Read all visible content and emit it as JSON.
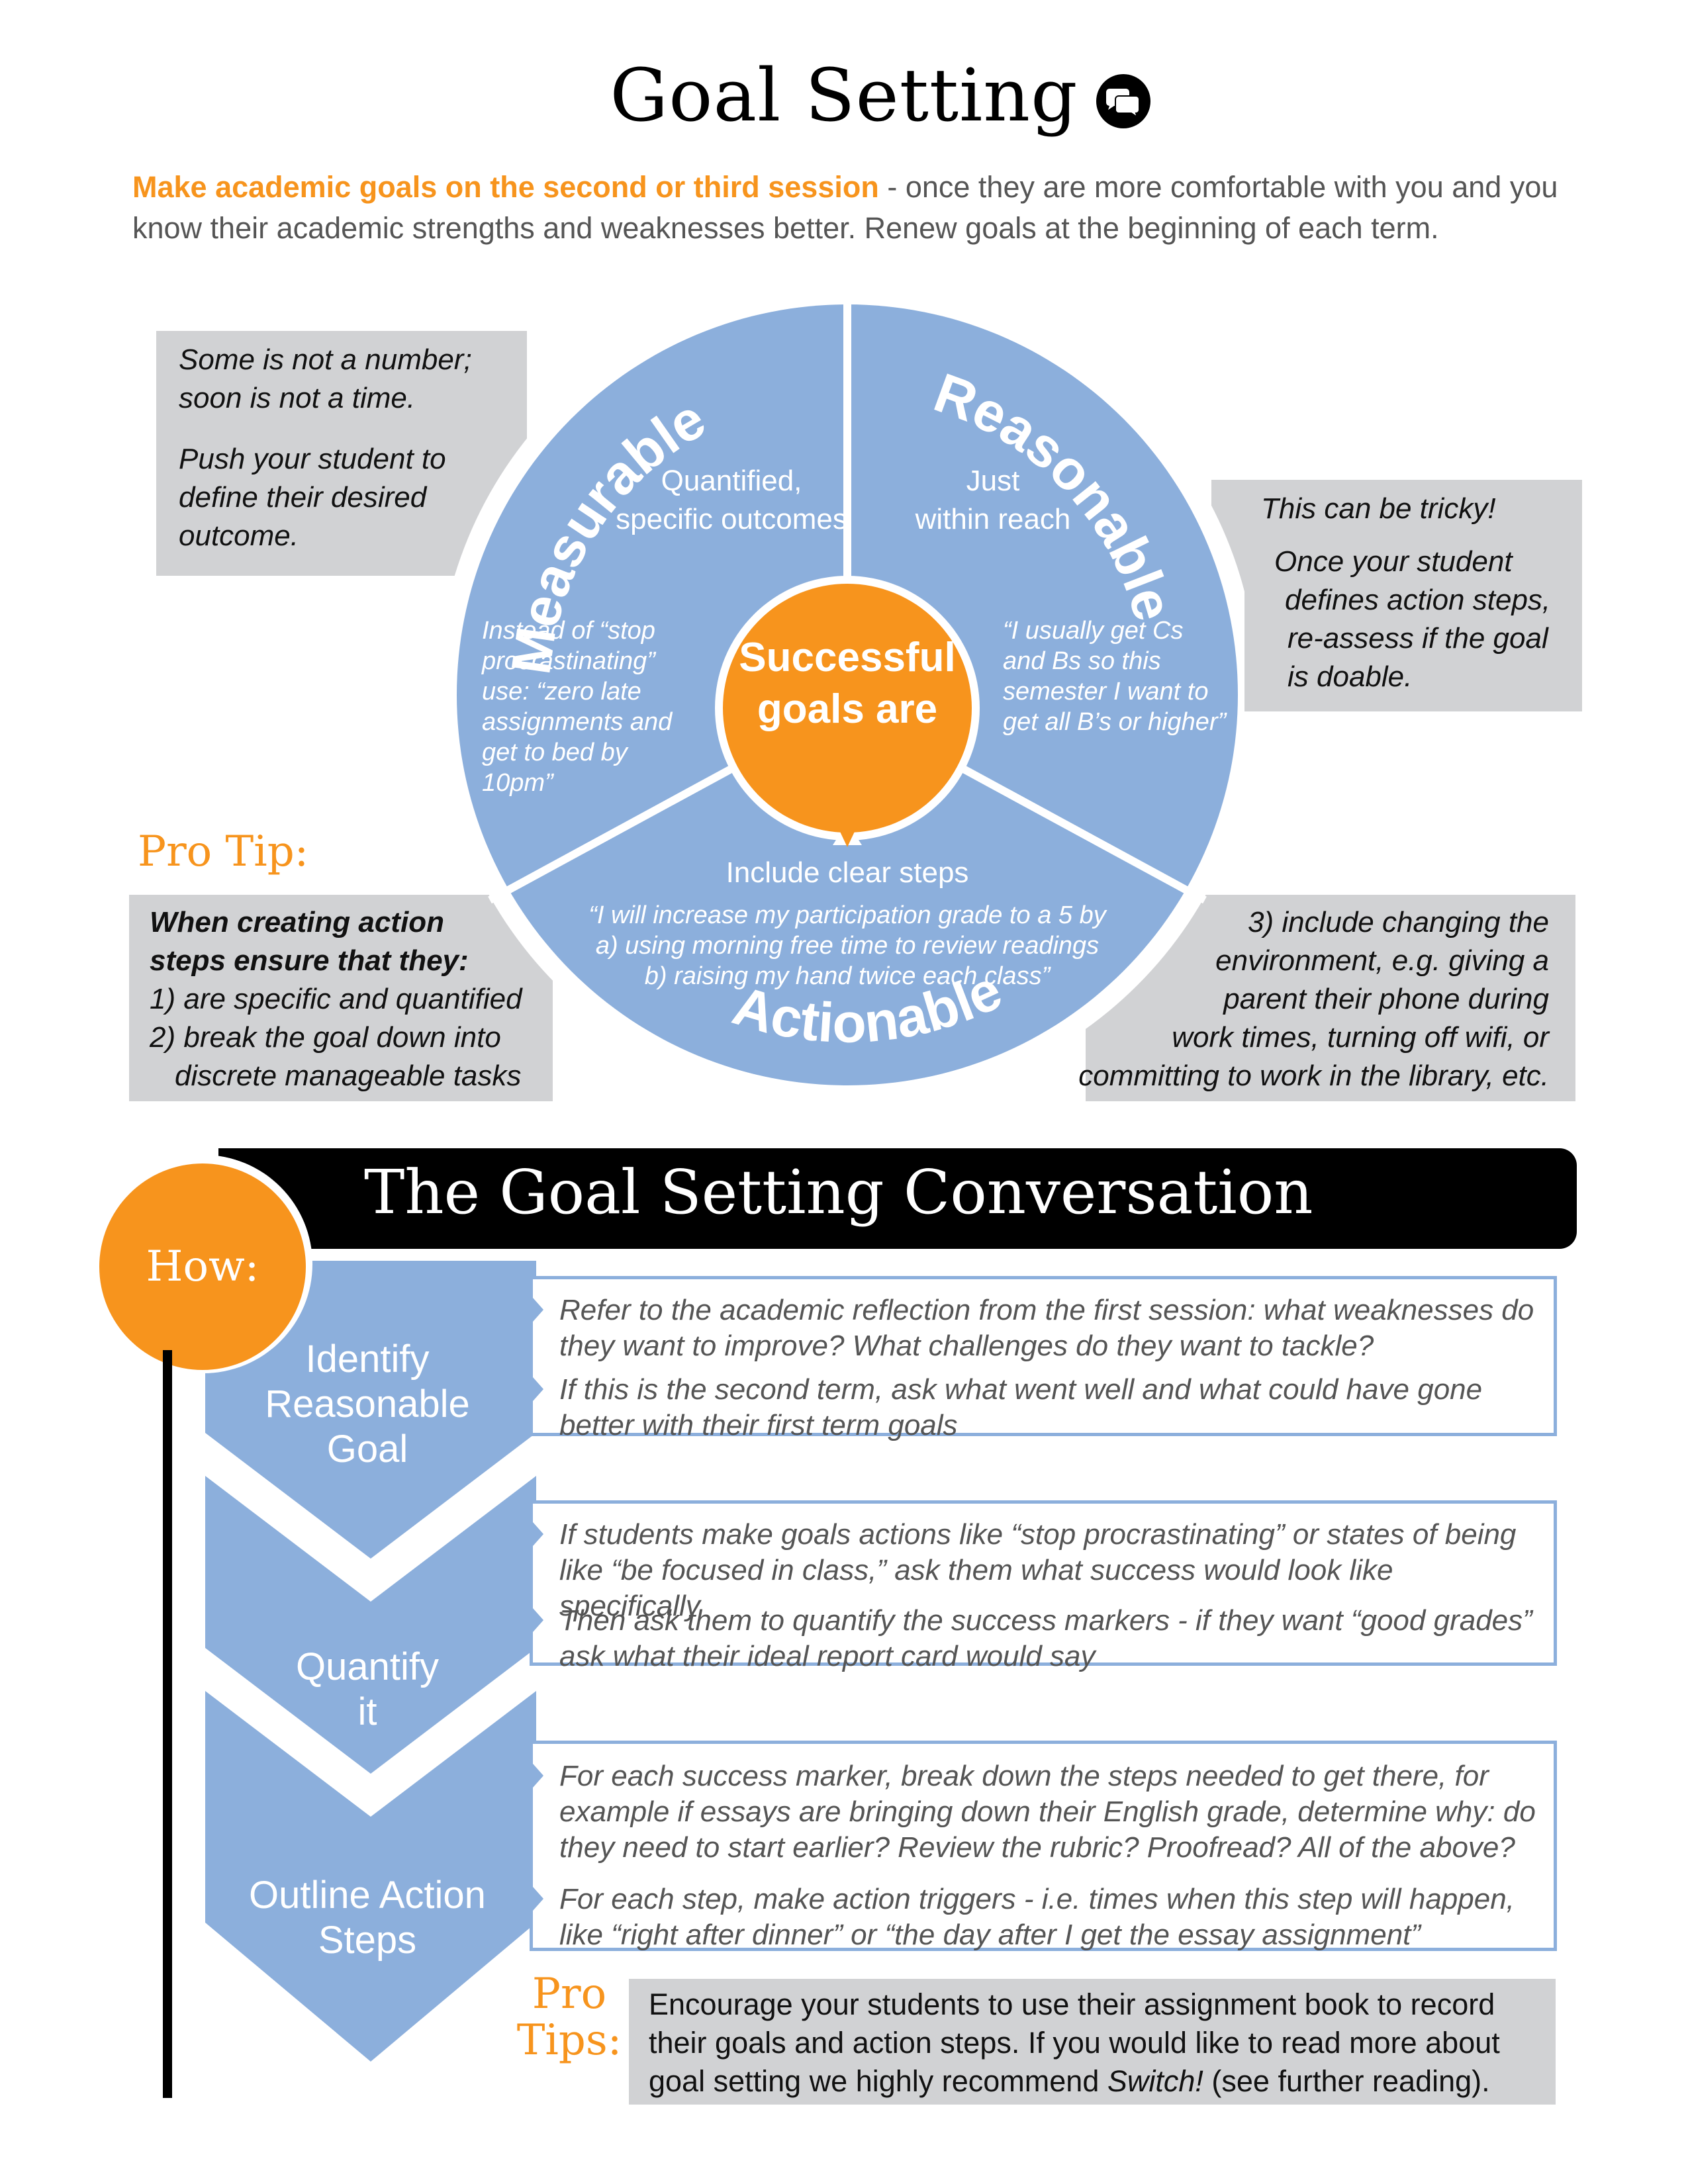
{
  "header": {
    "title": "Goal Setting",
    "icon": "chat-bubbles-icon",
    "intro_highlight": "Make academic goals on the second or third session",
    "intro_rest": " - once they are more comfortable with you and you know their academic strengths and weaknesses better.  Renew goals at the beginning of each term."
  },
  "colors": {
    "accent_orange": "#f7941d",
    "wheel_blue": "#8cafdc",
    "callout_gray": "#d1d2d4",
    "banner_black": "#000000"
  },
  "wheel": {
    "center": [
      "Successful",
      "goals are"
    ],
    "segments": [
      {
        "name": "Measurable",
        "summary": [
          "Quantified,",
          "specific outcomes"
        ],
        "example": [
          "Instead of “stop",
          "procrastinating”",
          "use: “zero late",
          "assignments and",
          "get  to bed by",
          "10pm”"
        ]
      },
      {
        "name": "Reasonable",
        "summary": [
          "Just",
          "within reach"
        ],
        "example": [
          "“I usually get Cs",
          "and Bs so this",
          "semester I want to",
          "get all B’s or higher”"
        ]
      },
      {
        "name": "Actionable",
        "summary": [
          "Include clear steps"
        ],
        "example": [
          "“I will increase my participation grade to a 5 by",
          "a) using morning free time to review readings",
          "b) raising my hand twice each class”"
        ]
      }
    ]
  },
  "callouts": {
    "top_left": [
      "Some is not a number;",
      "soon is not a time.",
      "Push your student to",
      "define their desired",
      "outcome."
    ],
    "top_right": [
      "This can be tricky!",
      "Once your student",
      "defines action steps,",
      "re-assess if the goal",
      "is doable."
    ],
    "pro_tip_label": "Pro Tip:",
    "bottom_left_heading": [
      "When creating action",
      "steps ensure that they:"
    ],
    "bottom_left_items": [
      "1) are specific and quantified",
      "2) break the goal down into",
      "discrete manageable tasks"
    ],
    "bottom_right": [
      "3) include changing the",
      "environment, e.g. giving a",
      "parent their phone during",
      "work times, turning off wifi, or",
      "committing to work in the library, etc."
    ]
  },
  "conversation": {
    "title": "The Goal Setting Conversation",
    "how_label": "How:",
    "steps": [
      {
        "label": [
          "Identify",
          "Reasonable",
          "Goal"
        ],
        "items": [
          "Refer to the academic reflection from the first session: what weaknesses do they want to improve? What challenges do they want to tackle?",
          "If this is the second term, ask what went well and what could have gone better with their first term goals"
        ]
      },
      {
        "label": [
          "Quantify",
          "it"
        ],
        "items": [
          "If students make goals actions like “stop procrastinating” or states of being like “be focused in class,” ask them what success would look like specifically",
          "Then ask them to quantify the success markers - if they want “good grades” ask what their ideal report card would say"
        ]
      },
      {
        "label": [
          "Outline Action",
          "Steps"
        ],
        "items": [
          "For each success marker, break down the steps needed to get there, for example if essays are bringing down their English grade, determine why:  do they need to start earlier? Review the rubric? Proofread? All of the above?",
          "For each step, make action triggers - i.e. times when this step will happen, like “right after dinner” or “the day after I get the essay assignment”"
        ]
      }
    ],
    "pro_tips_label": [
      "Pro",
      "Tips:"
    ],
    "pro_tips_text_before": "Encourage your students to use their assignment book to record their goals and action steps.  If you would like to read more about goal setting we highly recommend ",
    "pro_tips_book": "Switch!",
    "pro_tips_text_after": " (see further reading)."
  }
}
